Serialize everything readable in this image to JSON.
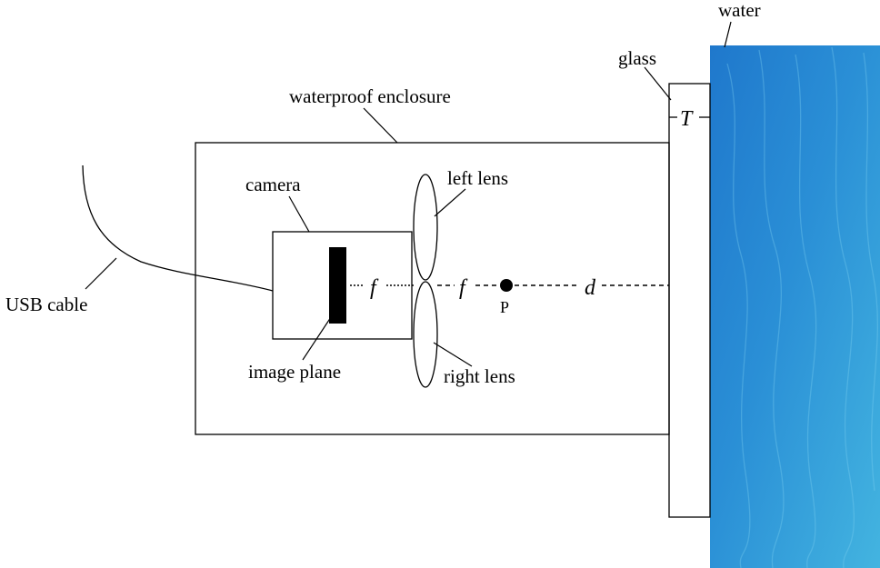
{
  "labels": {
    "water": "water",
    "glass": "glass",
    "enclosure": "waterproof enclosure",
    "camera": "camera",
    "left_lens": "left lens",
    "right_lens": "right lens",
    "usb_cable": "USB cable",
    "image_plane": "image plane",
    "point": "P"
  },
  "symbols": {
    "focal_1": "f",
    "focal_2": "f",
    "distance": "d",
    "thickness": "T"
  },
  "colors": {
    "water_dark": "#1a6fc4",
    "water_light": "#3cabdc",
    "line": "#000000"
  }
}
